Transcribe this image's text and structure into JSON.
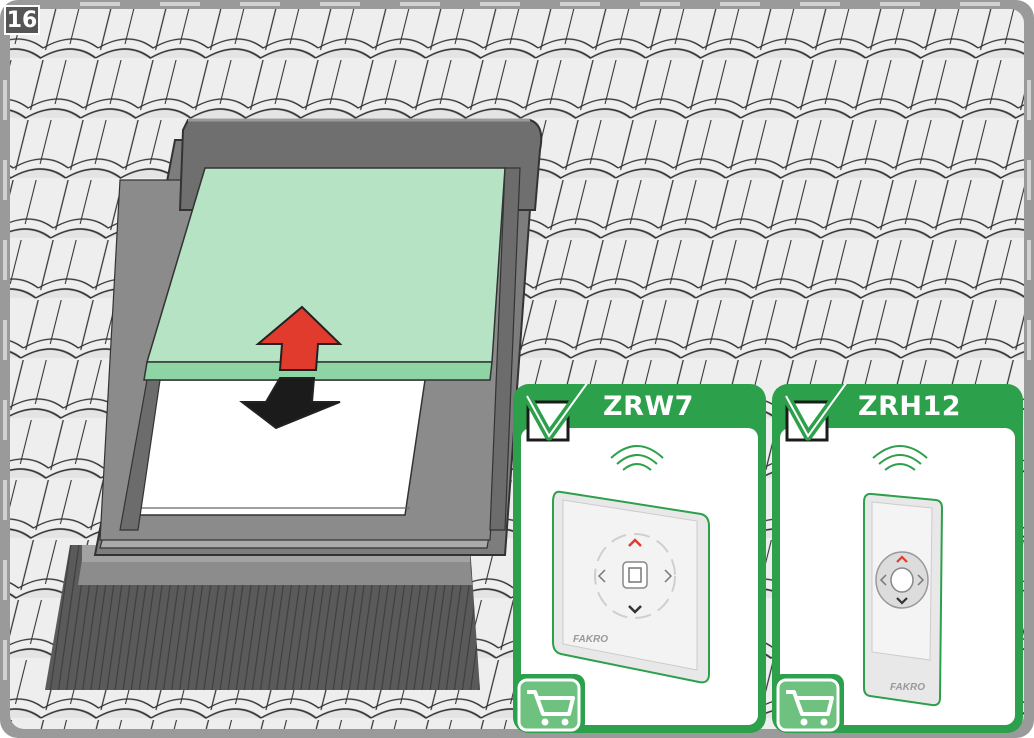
{
  "step": {
    "number": "16"
  },
  "illustration": {
    "name": "roof-window-with-roller-blind",
    "arrow_up_color": "#e03b2d",
    "arrow_down_color": "#1b1b1b",
    "blind_color": "#b6e3c4"
  },
  "cards": [
    {
      "id": "zrw7",
      "title": "ZRW7",
      "device": "wall-switch",
      "brand": "FAKRO",
      "accent": "#2ca04a"
    },
    {
      "id": "zrh12",
      "title": "ZRH12",
      "device": "handheld-remote",
      "brand": "FAKRO",
      "accent": "#2ca04a"
    }
  ],
  "colors": {
    "frame": "#9a9a9a",
    "tile_fill": "#eeeeee",
    "tile_line": "#333333",
    "window_frame": "#7d7d7d"
  }
}
